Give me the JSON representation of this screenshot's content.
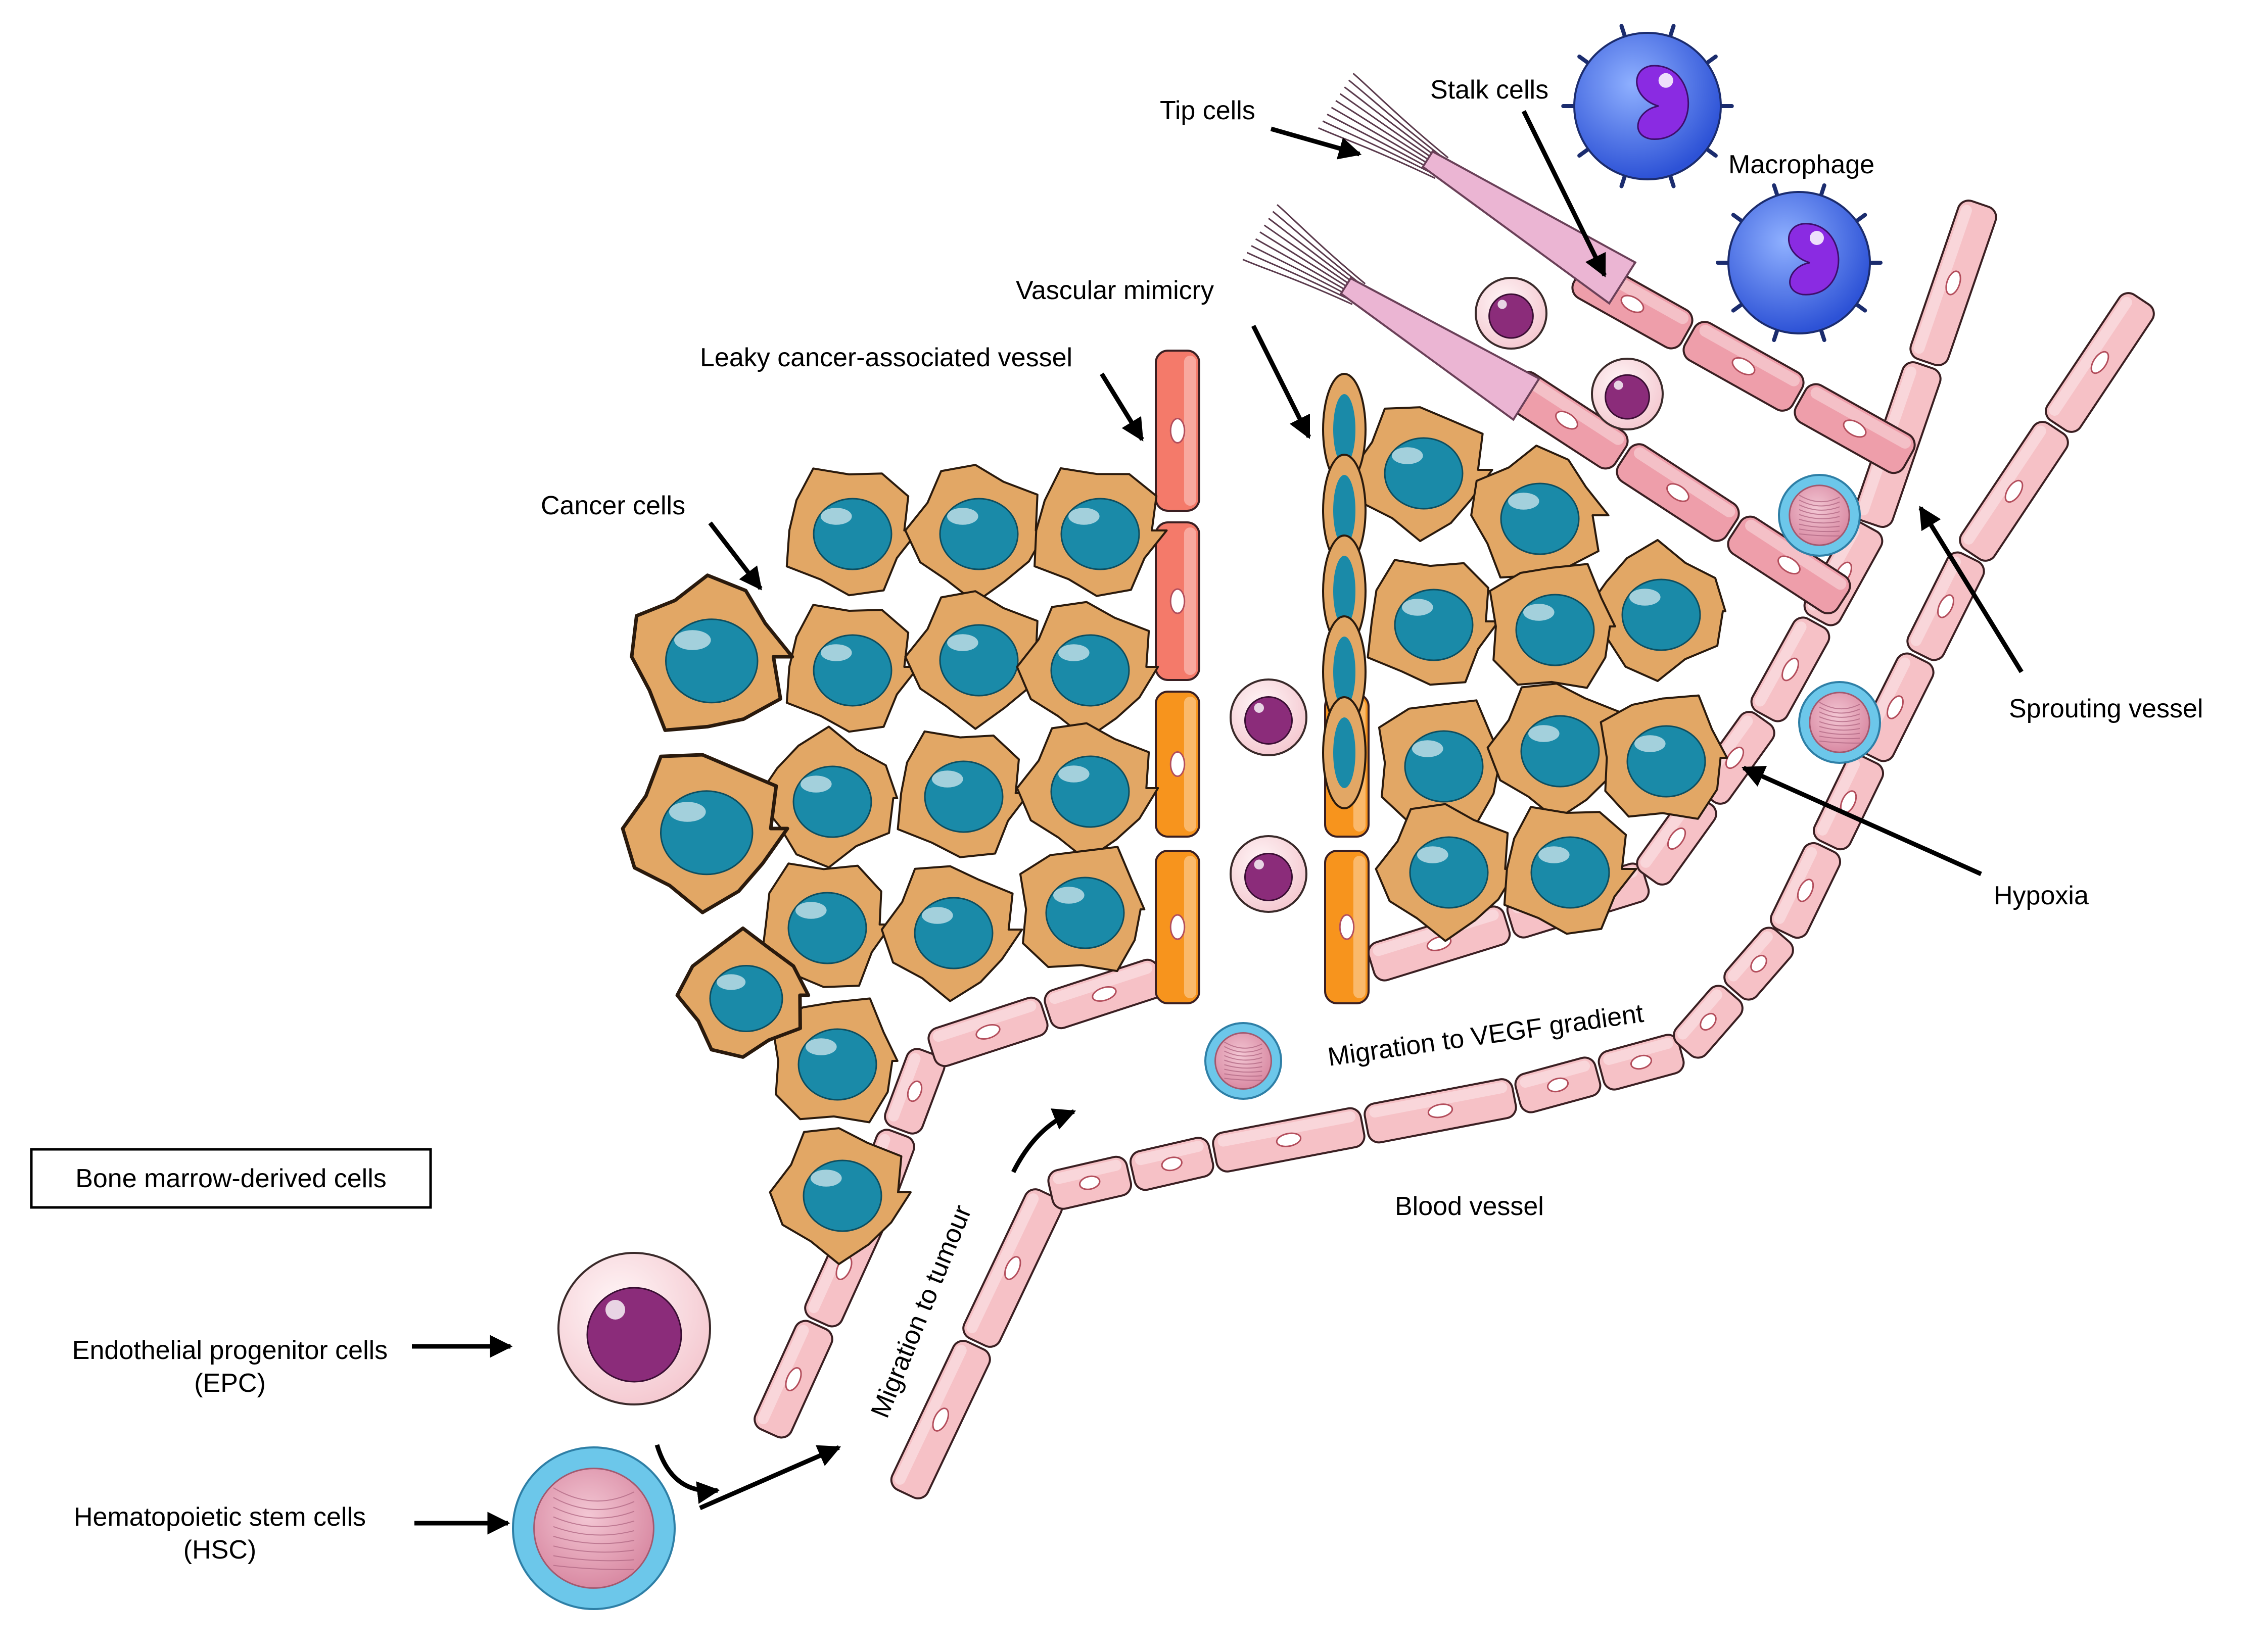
{
  "labels": {
    "tip_cells": "Tip cells",
    "stalk_cells": "Stalk cells",
    "macrophage": "Macrophage",
    "vascular_mimicry": "Vascular mimicry",
    "leaky_vessel": "Leaky cancer-associated vessel",
    "cancer_cells": "Cancer cells",
    "sprouting_vessel": "Sprouting vessel",
    "hypoxia": "Hypoxia",
    "vegf_migration": "Migration to VEGF gradient",
    "blood_vessel": "Blood vessel",
    "tumour_migration": "Migration to tumour",
    "bmdc_box": "Bone marrow-derived cells",
    "epc_line1": "Endothelial progenitor cells",
    "epc_line2": "(EPC)",
    "hsc_line1": "Hematopoietic stem cells",
    "hsc_line2": "(HSC)"
  },
  "colors": {
    "endothelial": "#f6c1c6",
    "endothelial_dark": "#e58f98",
    "sprout": "#ee9eaa",
    "leaky_red": "#f47a6a",
    "leaky_orange": "#f7941d",
    "cancer": "#e2a765",
    "nucleus": "#1a8aa8",
    "tip": "#ebb5d3",
    "macrophage": "#3f6fe8",
    "macro_nucleus": "#8a2be2",
    "epc": "#8b2c7a",
    "hsc_ring": "#6cc7ea",
    "hsc_core": "#e4a4b8"
  }
}
